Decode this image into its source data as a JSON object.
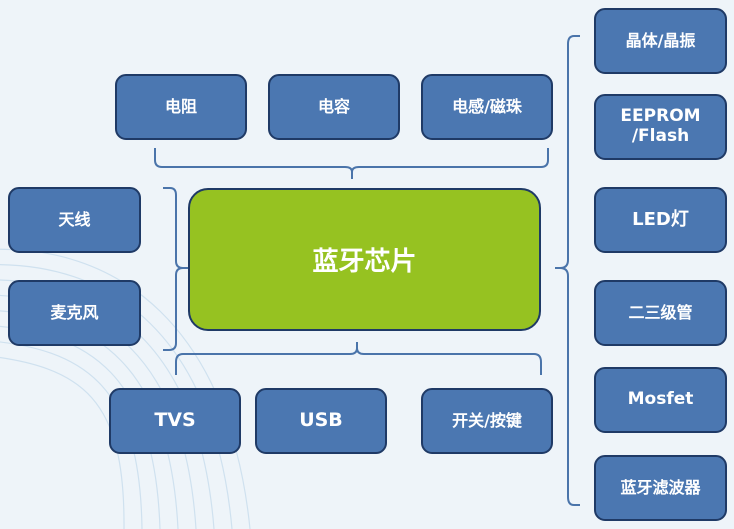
{
  "colors": {
    "box_fill": "#4b77b1",
    "box_border": "#1f3a66",
    "center_fill": "#96c221",
    "background": "#eef4f9",
    "bracket": "#4a74aa"
  },
  "center": {
    "label": "蓝牙芯片"
  },
  "top": [
    {
      "label": "电阻"
    },
    {
      "label": "电容"
    },
    {
      "label": "电感/磁珠"
    }
  ],
  "left": [
    {
      "label": "天线"
    },
    {
      "label": "麦克风"
    }
  ],
  "bottom": [
    {
      "label": "TVS"
    },
    {
      "label": "USB"
    },
    {
      "label": "开关/按键"
    }
  ],
  "right": [
    {
      "label": "晶体/晶振"
    },
    {
      "label_line1": "EEPROM",
      "label_line2": "/Flash"
    },
    {
      "label": "LED灯"
    },
    {
      "label": "二三级管"
    },
    {
      "label": "Mosfet"
    },
    {
      "label": "蓝牙滤波器"
    }
  ]
}
